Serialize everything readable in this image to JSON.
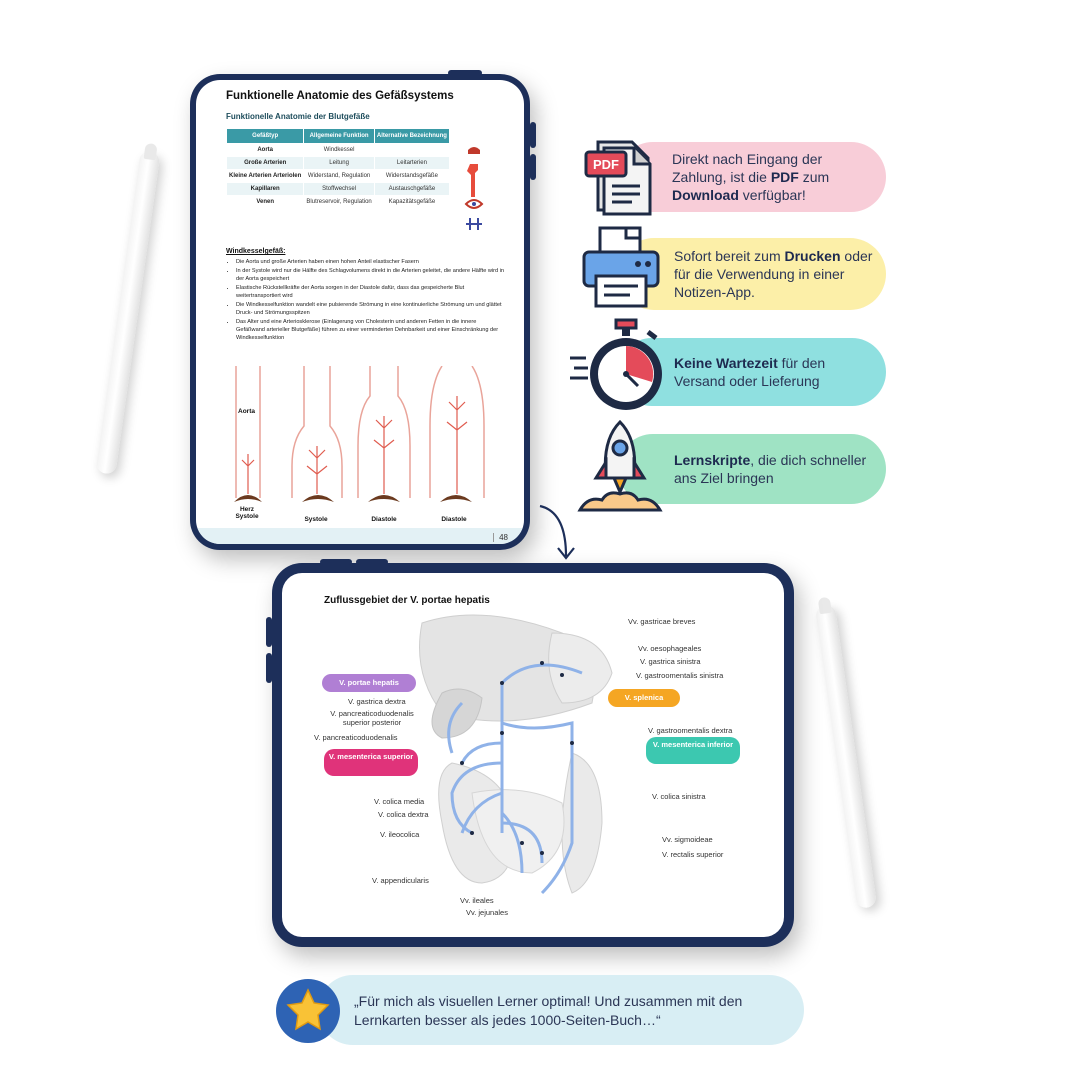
{
  "top_doc": {
    "title": "Funktionelle Anatomie des Gefäßsystems",
    "subtitle": "Funktionelle Anatomie der Blutgefäße",
    "table": {
      "headers": [
        "Gefäßtyp",
        "Allgemeine Funktion",
        "Alternative Bezeichnung"
      ],
      "rows": [
        [
          "Aorta",
          "Windkessel",
          ""
        ],
        [
          "Große Arterien",
          "Leitung",
          "Leitarterien"
        ],
        [
          "Kleine Arterien Arteriolen",
          "Widerstand, Regulation",
          "Widerstandsgefäße"
        ],
        [
          "Kapillaren",
          "Stoffwechsel",
          "Austauschgefäße"
        ],
        [
          "Venen",
          "Blutreservoir, Regulation",
          "Kapazitätsgefäße"
        ]
      ]
    },
    "windkessel_title": "Windkesselgefäß:",
    "bullets": [
      "Die Aorta und große Arterien haben einen hohen Anteil elastischer Fasern",
      "In der Systole wird nur die Hälfte des Schlagvolumens direkt in die Arterien geleitet, die andere Hälfte wird in der Aorta gespeichert",
      "Elastische Rückstellkräfte der Aorta sorgen in der Diastole dafür, dass das gespeicherte Blut weitertransportiert wird",
      "Die Windkesselfunktion wandelt eine pulsierende Strömung in eine kontinuierliche Strömung um und glättet Druck- und Strömungsspitzen",
      "Das Alter und eine Arteriosklerose (Einlagerung von Cholesterin und anderen Fetten in die innere Gefäßwand arterieller Blutgefäße) führen zu einer verminderten Dehnbarkeit und einer Einschränkung der Windkesselfunktion"
    ],
    "aorta_label": "Aorta",
    "phase_labels": [
      "Herz\nSystole",
      "Systole",
      "Diastole",
      "Diastole"
    ],
    "page_number": "48"
  },
  "features": [
    {
      "icon": "pdf-file-icon",
      "text_parts": [
        "Direkt nach Eingang der Zahlung, ist die ",
        "PDF",
        " zum ",
        "Download",
        " verfügbar!"
      ],
      "color": "#f8cdd8"
    },
    {
      "icon": "printer-icon",
      "text_parts": [
        "Sofort bereit zum ",
        "Drucken",
        " oder für die Verwendung in einer Notizen-App.",
        "",
        ""
      ],
      "color": "#fcefa8"
    },
    {
      "icon": "stopwatch-icon",
      "text_parts": [
        "",
        "Keine Wartezeit",
        " für den Versand oder Lieferung",
        "",
        ""
      ],
      "color": "#8fe0e0"
    },
    {
      "icon": "rocket-icon",
      "text_parts": [
        "",
        "Lernskripte",
        ", die dich schneller ans Ziel bringen",
        "",
        ""
      ],
      "color": "#9fe3c4"
    }
  ],
  "bottom_doc": {
    "title": "Zuflussgebiet der V. portae hepatis",
    "labels_right": [
      "Vv. gastricae breves",
      "Vv. oesophageales",
      "V. gastrica sinistra",
      "V. gastroomentalis sinistra",
      "V. gastroomentalis dextra",
      "V. colica sinistra",
      "Vv. sigmoideae",
      "V. rectalis superior"
    ],
    "labels_left": [
      "V. gastrica dextra",
      "V. pancreaticoduodenalis superior posterior",
      "V. pancreaticoduodenalis",
      "V. colica media",
      "V. colica dextra",
      "V. ileocolica",
      "V. appendicularis",
      "Vv. ileales",
      "Vv. jejunales"
    ],
    "tags": {
      "portae": {
        "text": "V. portae hepatis",
        "color": "#b07fd4"
      },
      "splenica": {
        "text": "V. splenica",
        "color": "#f5a623"
      },
      "mes_sup": {
        "text": "V. mesenterica superior",
        "color": "#e0337a"
      },
      "mes_inf": {
        "text": "V. mesenterica inferior",
        "color": "#3cc8b0"
      }
    }
  },
  "quote": "„Für mich als visuellen Lerner optimal! Und zusammen mit den Lernkarten besser als jedes 1000-Seiten-Buch…“",
  "colors": {
    "tablet": "#1d2f5a",
    "accent_teal": "#3a9aa6",
    "vein_blue": "#8fb2e8"
  }
}
